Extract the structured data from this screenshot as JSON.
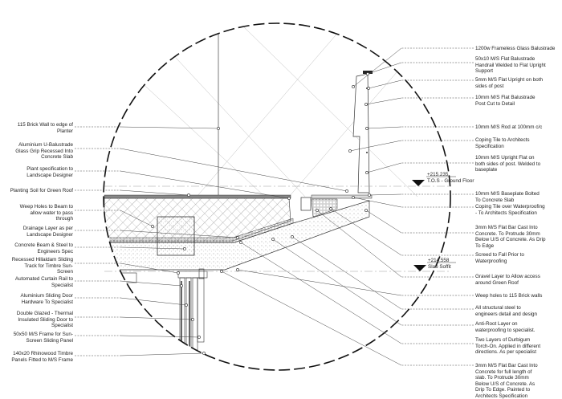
{
  "left_labels": [
    "115 Brick Wall to edge of\nPlanter",
    "Aluminium U-Balustrade\nGlass Grip Recessed Into\nConcrete Slab",
    "Plant specification to\nLandscape Designer",
    "Planting Soil for Green Roof",
    "Weep Holes to Beam to\nallow water to pass\nthrough",
    "Drainage Layer as per\nLandscape Designer",
    "Concrete Beam & Steel to\nEngineers Spec",
    "Recessed Hillaldam Sliding\nTrack for Timbre Sun-\nScreen",
    "Automated Curtain Rail to\nSpecialist",
    "Aluminium Sliding Door\nHardware To Specialist",
    "Double Glazed - Thermal\nInsulated Sliding Door to\nSpecialist",
    "50x50 M/S Frame for Sun-\nScreen Sliding Panel",
    "140x20 Rhinowood Timbre\nPanels Fitted to M/S Frame"
  ],
  "right_labels": [
    "1200w Frameless Glass Balustrade",
    "50x10 M/S Flat Balustrade\nHandrail Welded to Flat Upright\nSupport",
    "5mm M/S Flat Upright on both\nsides of post",
    "10mm M/S Flat Balustrade\nPost Cut to Detail",
    "10mm M/S Rod at 100mm c/c",
    "Coping Tile to Architects\nSpecification",
    "10mm M/S Upright Flat on\nboth sides of post. Welded to\nbaseplate",
    "10mm M/S Baseplate Bolted\nTo Concrete Slab",
    "Coping Tile over Waterproofing\n- To Architects Specification",
    "3mm M/S Flat Bar Cast Into\nConcrete. To Protrude 30mm\nBelow U/S of Concrete. As Drip\nTo Edge",
    "Screed to Fall Prior to\nWaterproofing",
    "Gravel Layer to Allow access\naround Green Roof",
    "Weep holes to 115 Brick walls",
    "All structural steel to\nengineers detail and design",
    "Anti-Root Layer on\nwaterproofing to specialist.",
    "Two Layers of Durbigum\nTorch-On. Applied in different\ndirections. As per specialist",
    "3mm M/S Flat Bar Cast Into\nConcrete for full length of\nslab. To Protrude 30mm\nBelow U/S of Concrete. As\nDrip To Edge. Painted to\nArchitects Specification"
  ],
  "levels": {
    "ground_floor": {
      "value": "+215.235",
      "name": "T.O.S - Ground Floor"
    },
    "slab_soffit": {
      "value": "+214.558",
      "name": "Slab Soffit"
    }
  }
}
